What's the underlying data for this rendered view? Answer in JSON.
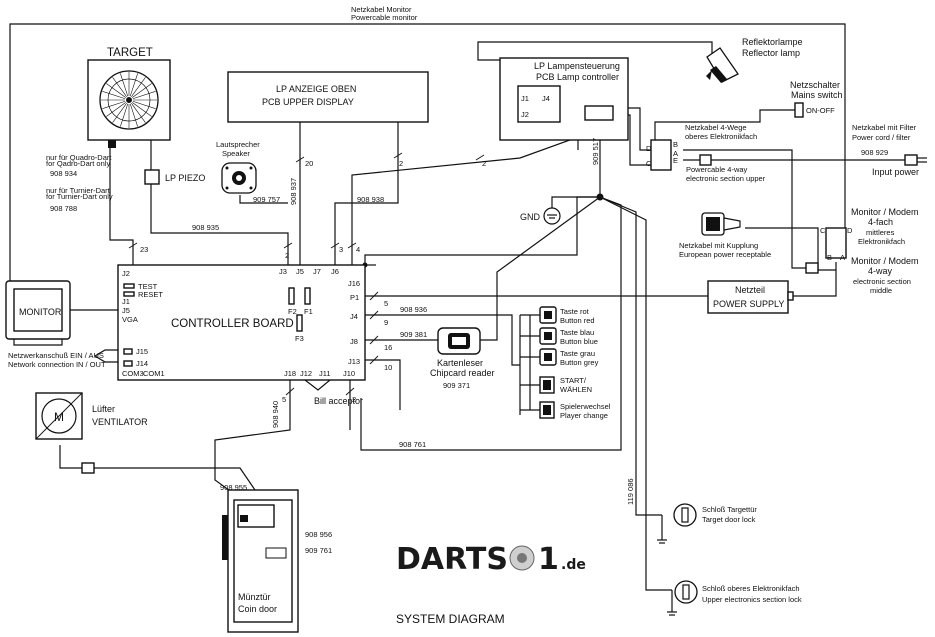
{
  "title": "SYSTEM DIAGRAM",
  "logo": {
    "main": "DARTS",
    "num": "1",
    "suffix": ".de"
  },
  "top_cable": {
    "de": "Netzkabel Monitor",
    "en": "Powercable monitor"
  },
  "target": {
    "label": "TARGET",
    "piezo": "LP PIEZO"
  },
  "quadro": {
    "de": "nur für Quadro-Dart",
    "en": "for Qadro-Dart only",
    "part": "908 934"
  },
  "turnier": {
    "de": "nur für Turnier-Dart",
    "en": "for Turnier-Dart only",
    "part": "908 788"
  },
  "monitor": {
    "label": "MONITOR"
  },
  "network": {
    "de": "Netzwerkanschuß EIN / AUS",
    "en": "Network connection IN / OUT"
  },
  "speaker": {
    "de": "Lautsprecher",
    "en": "Speaker",
    "part": "909 757"
  },
  "upper_display": {
    "line1": "LP ANZEIGE OBEN",
    "line2": "PCB UPPER DISPLAY"
  },
  "lamp_ctrl": {
    "de": "LP Lampensteuerung",
    "en": "PCB Lamp controller",
    "j1": "J1",
    "j2": "J2",
    "j4": "J4"
  },
  "reflector": {
    "de": "Reflektorlampe",
    "en": "Reflector lamp"
  },
  "mains_switch": {
    "de": "Netzschalter",
    "en": "Mains switch",
    "state": "ON-OFF"
  },
  "cable_4way_upper": {
    "de": "Netzkabel 4-Wege",
    "de2": "oberes Elektronikfach",
    "en": "Powercable  4-way",
    "en2": "electronic section upper"
  },
  "filter_cord": {
    "de": "Netzkabel mit Filter",
    "en": "Power cord / filter",
    "part": "908 929",
    "input": "Input power"
  },
  "monitor_modem": {
    "de": "Monitor / Modem",
    "de2": "4-fach",
    "de3": "mittleres",
    "de4": "Elektronikfach",
    "en": "Monitor / Modem",
    "en2": "4-way",
    "en3": "electronic section",
    "en4": "middle"
  },
  "coupling_cable": {
    "de": "Netzkabel mit Kupplung",
    "en": "European power receptable"
  },
  "psu": {
    "de": "Netzteil",
    "en": "POWER SUPPLY"
  },
  "gnd": "GND",
  "board": {
    "label": "CONTROLLER BOARD",
    "j2": "J2",
    "test": "TEST",
    "reset": "RESET",
    "j1": "J1",
    "j5": "J5",
    "vga": "VGA",
    "j15": "J15",
    "j14": "J14",
    "com3": "COM3",
    "com1": "COM1",
    "j3": "J3",
    "j5t": "J5",
    "j7": "J7",
    "j6": "J6",
    "j16": "J16",
    "p1": "P1",
    "j4": "J4",
    "j8": "J8",
    "j13": "J13",
    "j18": "J18",
    "j12": "J12",
    "j11": "J11",
    "j10": "J10",
    "f1": "F1",
    "f2": "F2",
    "f3": "F3"
  },
  "wires": {
    "w23": "23",
    "w2a": "2",
    "w20": "20",
    "w3": "3",
    "w4": "4",
    "w2b": "2",
    "w2c": "2",
    "w5": "5",
    "w9": "9",
    "w16": "16",
    "w10": "10",
    "w5b": "5",
    "w2d": "2"
  },
  "parts": {
    "p908935": "908 935",
    "p908937": "908 937",
    "p908938": "908 938",
    "p909517": "909 517",
    "p908936": "908 936",
    "p909381": "909 381",
    "p908940": "908 940",
    "p908761": "908 761",
    "p119086": "119 086",
    "p908955": "908 955",
    "p908956": "908 956",
    "p909761": "909 761"
  },
  "card_reader": {
    "de": "Kartenleser",
    "en": "Chipcard reader",
    "part": "909 371"
  },
  "bill_acceptor": "Bill acceptor",
  "buttons": [
    {
      "de": "Taste rot",
      "en": "Button red"
    },
    {
      "de": "Taste  blau",
      "en": "Button blue"
    },
    {
      "de": "Taste  grau",
      "en": "Button grey"
    },
    {
      "de": "START/",
      "en": "WÄHLEN"
    },
    {
      "de": "Spielerwechsel",
      "en": "Player change"
    }
  ],
  "fan": {
    "de": "Lüfter",
    "en": "VENTILATOR",
    "symbol": "M"
  },
  "coin_door": {
    "de": "Münztür",
    "en": "Coin door"
  },
  "target_lock": {
    "de": "Schloß Targettür",
    "en": "Target door lock"
  },
  "upper_lock": {
    "de": "Schloß oberes Elektronikfach",
    "en": "Upper electronics section lock"
  }
}
